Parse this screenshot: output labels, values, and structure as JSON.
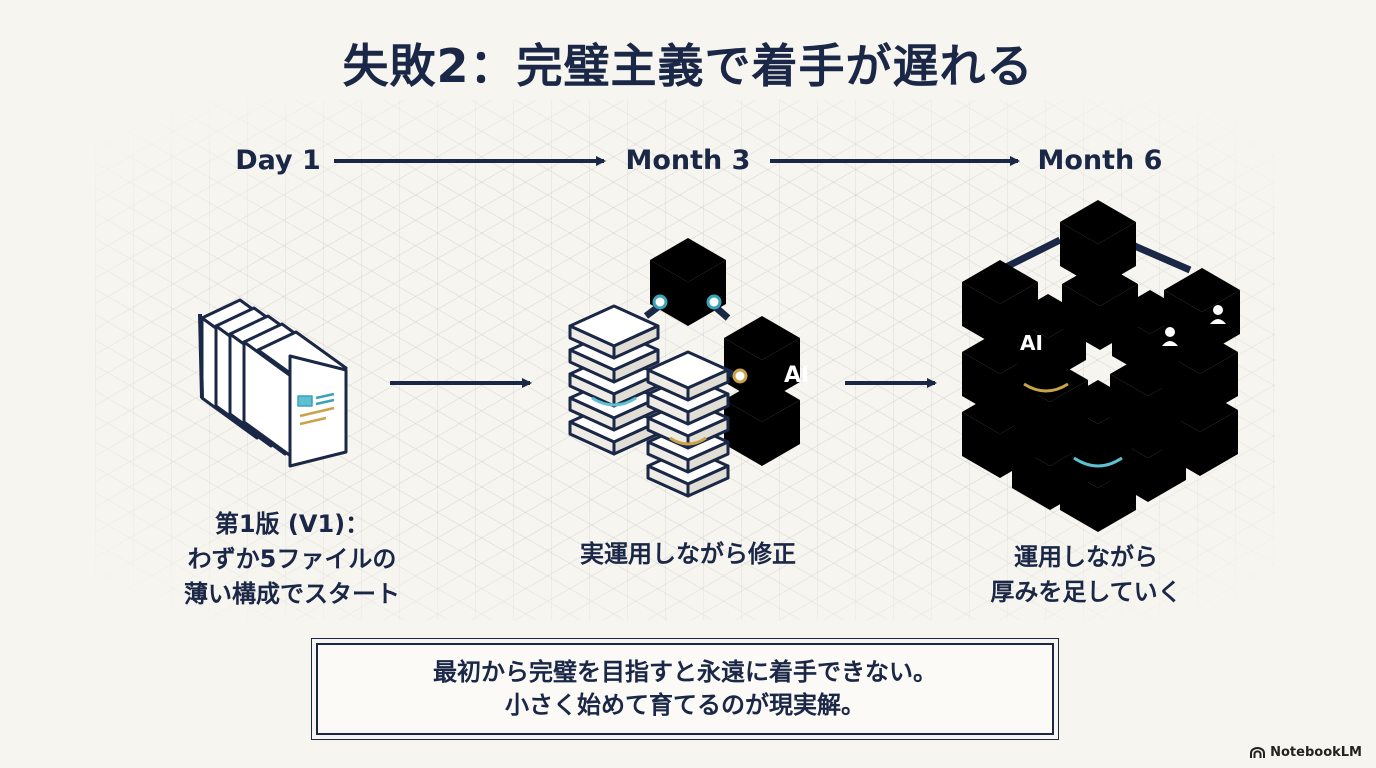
{
  "title": "失敗2：完璧主義で着手が遅れる",
  "timeline": [
    "Day 1",
    "Month 3",
    "Month 6"
  ],
  "stages": [
    {
      "caption_lines": [
        "第1版 (V1)：",
        "わずか5ファイルの",
        "薄い構成でスタート"
      ]
    },
    {
      "caption_lines": [
        "実運用しながら修正"
      ]
    },
    {
      "caption_lines": [
        "運用しながら",
        "厚みを足していく"
      ]
    }
  ],
  "icon_labels": {
    "ai_month3": "AI",
    "ai_month6": "AI"
  },
  "callout": {
    "line1": "最初から完璧を目指すと永遠に着手できない。",
    "line2": "小さく始めて育てるのが現実解。"
  },
  "brand": "NotebookLM",
  "colors": {
    "navy": "#1a2746",
    "teal": "#3aa3b8",
    "gold": "#c9a24a",
    "background": "#f7f5ef"
  },
  "icons": [
    "document-stack-icon",
    "block-cluster-icon",
    "full-cube-icon",
    "person-icon",
    "notebooklm-logo-icon"
  ]
}
